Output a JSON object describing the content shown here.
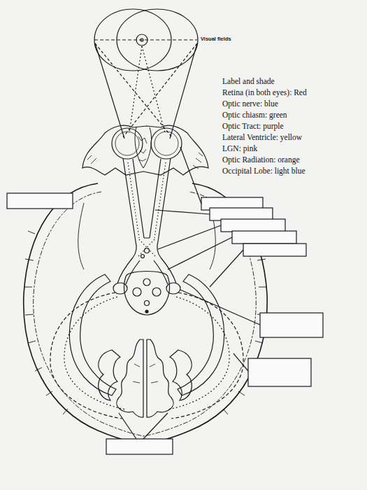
{
  "diagram": {
    "labels": [
      "Visual fields",
      "Label and shade",
      "Retina (in both eyes): Red",
      "Optic nerve: blue",
      "Optic chiasm: green",
      "Optic Tract: purple",
      "Lateral Ventricle: yellow",
      "LGN: pink",
      "Optic Radiation: orange",
      "Occipital Lobe: light blue"
    ]
  }
}
